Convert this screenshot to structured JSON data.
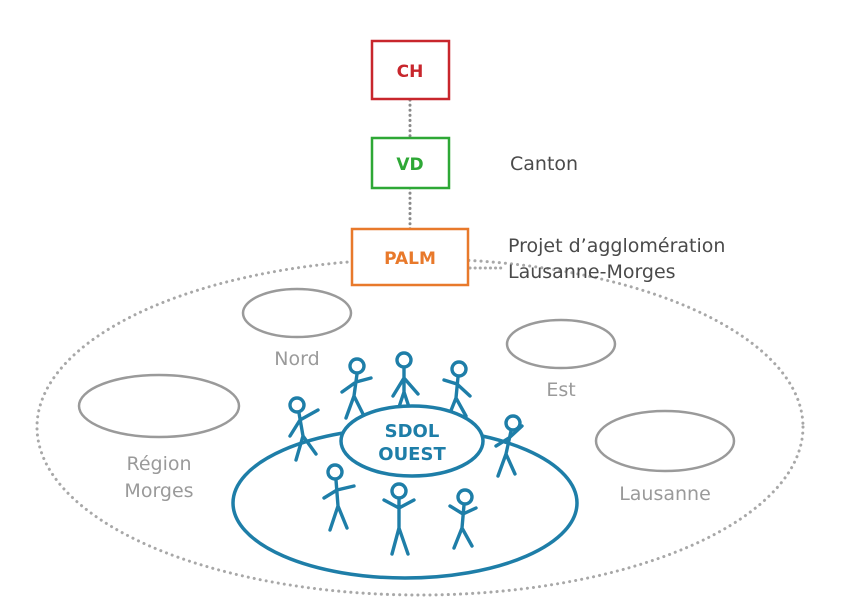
{
  "colors": {
    "ch": "#c8262c",
    "vd": "#2ea836",
    "palm": "#e8792b",
    "teal": "#1e7ea8",
    "gray": "#9a9a9a",
    "dots": "#a8a8a8"
  },
  "hierarchy": {
    "ch": {
      "label": "CH"
    },
    "vd": {
      "label": "VD",
      "side_label": "Canton"
    },
    "palm": {
      "label": "PALM",
      "side_label_line1": "Projet d’agglomération",
      "side_label_line2": "Lausanne-Morges"
    }
  },
  "regions": {
    "nord": "Nord",
    "est": "Est",
    "region_morges_line1": "Région",
    "region_morges_line2": "Morges",
    "lausanne": "Lausanne"
  },
  "center": {
    "line1": "SDOL",
    "line2": "OUEST",
    "people_icon": "people-around-table-icon"
  }
}
